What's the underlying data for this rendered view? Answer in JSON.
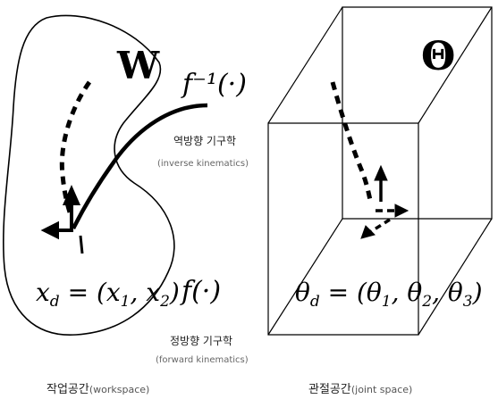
{
  "workspace": {
    "symbol": "W",
    "coordinate_equation": "x_d = (x_1, x_2)",
    "caption_korean": "작업공간",
    "caption_english": "(workspace)"
  },
  "joint_space": {
    "symbol": "Θ",
    "coordinate_equation": "θ_d = (θ_1, θ_2, θ_3)",
    "caption_korean": "관절공간",
    "caption_english": "(joint space)"
  },
  "inverse_map": {
    "function": "f⁻¹(·)",
    "label_korean": "역방향 기구학",
    "label_english": "(inverse kinematics)"
  },
  "forward_map": {
    "function": "f(·)",
    "label_korean": "정방향 기구학",
    "label_english": "(forward kinematics)"
  }
}
